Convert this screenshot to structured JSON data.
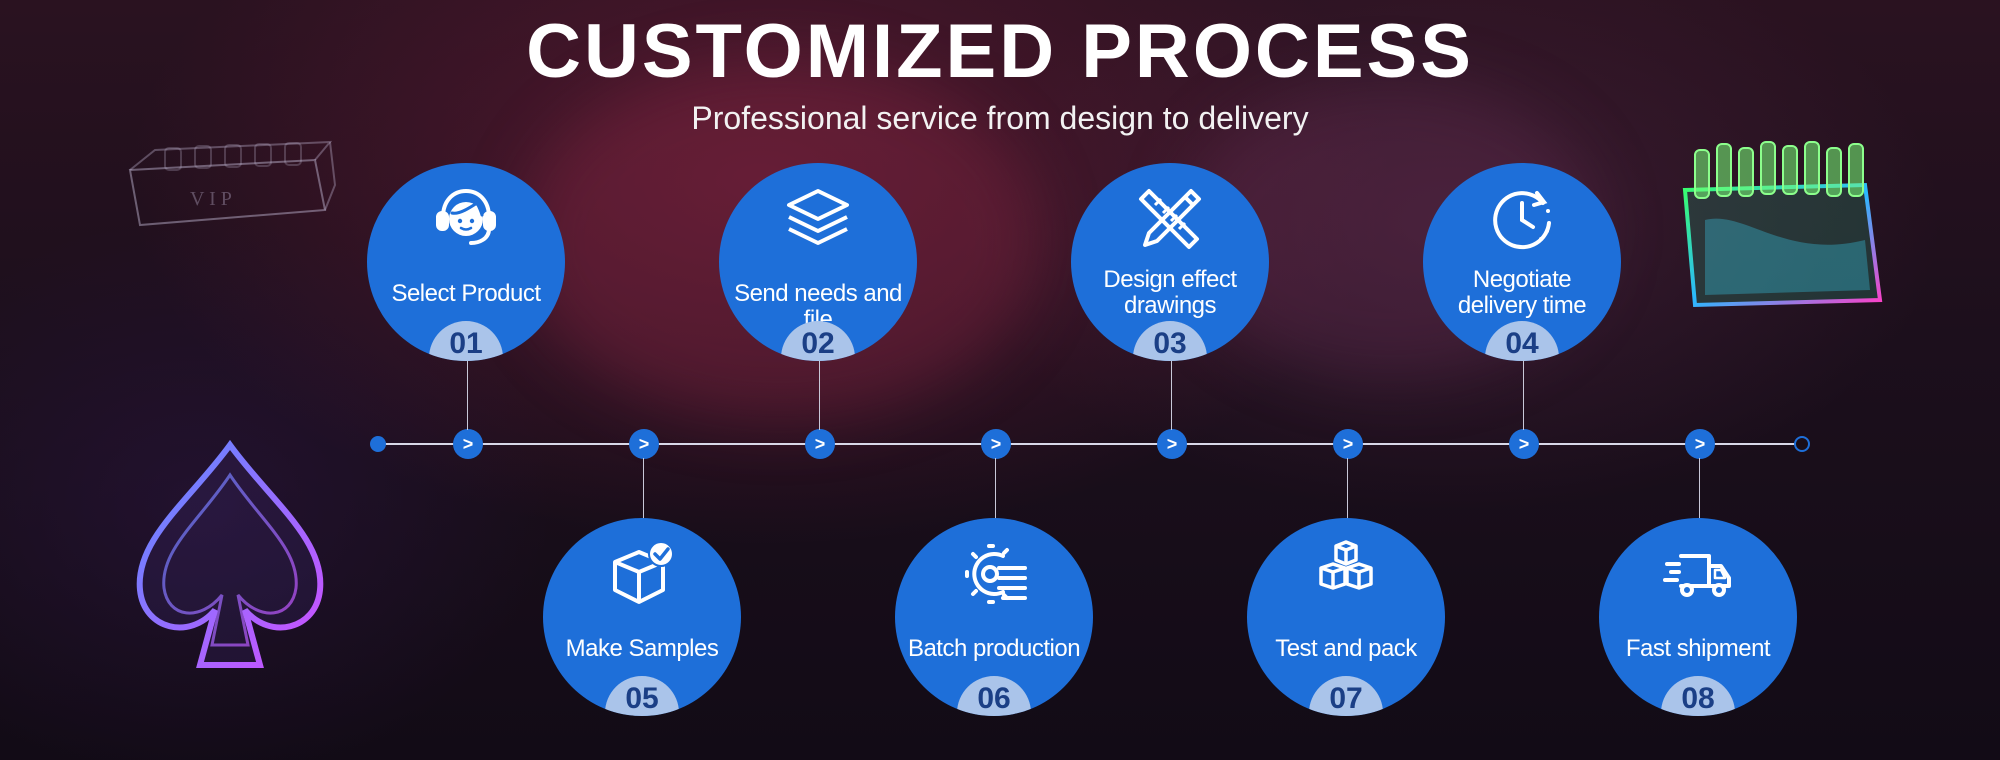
{
  "header": {
    "title": "CUSTOMIZED PROCESS",
    "subtitle": "Professional service from design to delivery"
  },
  "colors": {
    "accent": "#1e6fd9",
    "number_badge": "#aac4ea",
    "number_text": "#1b3f86",
    "line": "#d8d8e8"
  },
  "timeline": {
    "arrow_symbol": ">"
  },
  "steps": [
    {
      "number": "01",
      "label": "Select Product",
      "icon": "customer-service-headset-icon"
    },
    {
      "number": "02",
      "label": "Send needs and file",
      "icon": "layers-icon"
    },
    {
      "number": "03",
      "label_lines": [
        "Design effect",
        "drawings"
      ],
      "icon": "pencil-ruler-icon"
    },
    {
      "number": "04",
      "label_lines": [
        "Negotiate",
        "delivery time"
      ],
      "icon": "clock-icon"
    },
    {
      "number": "05",
      "label": "Make Samples",
      "icon": "box-check-icon"
    },
    {
      "number": "06",
      "label": "Batch production",
      "icon": "gear-production-icon"
    },
    {
      "number": "07",
      "label": "Test and pack",
      "icon": "stacked-boxes-icon"
    },
    {
      "number": "08",
      "label": "Fast shipment",
      "icon": "delivery-truck-icon"
    }
  ]
}
